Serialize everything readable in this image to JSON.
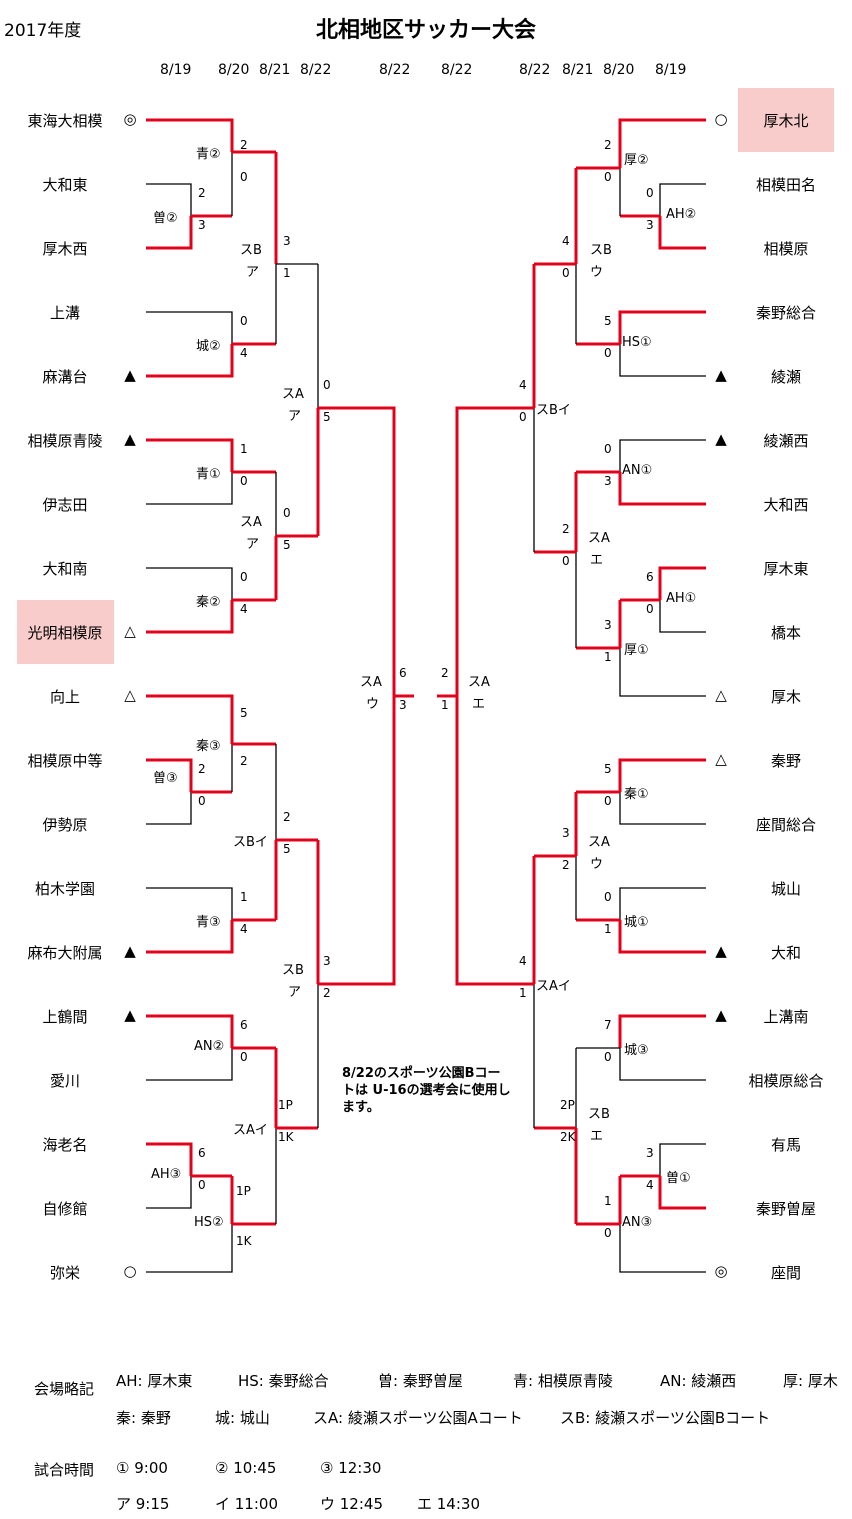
{
  "header": {
    "year": "2017年度",
    "title": "北相地区サッカー大会"
  },
  "dates": [
    "8/19",
    "8/20",
    "8/21",
    "8/22",
    "8/22",
    "8/22",
    "8/22",
    "8/21",
    "8/20",
    "8/19"
  ],
  "left_teams": [
    {
      "name": "東海大相模",
      "mark": "◎"
    },
    {
      "name": "大和東",
      "mark": ""
    },
    {
      "name": "厚木西",
      "mark": ""
    },
    {
      "name": "上溝",
      "mark": ""
    },
    {
      "name": "麻溝台",
      "mark": "▲"
    },
    {
      "name": "相模原青陵",
      "mark": "▲"
    },
    {
      "name": "伊志田",
      "mark": ""
    },
    {
      "name": "大和南",
      "mark": ""
    },
    {
      "name": "光明相模原",
      "mark": "△"
    },
    {
      "name": "向上",
      "mark": "△"
    },
    {
      "name": "相模原中等",
      "mark": ""
    },
    {
      "name": "伊勢原",
      "mark": ""
    },
    {
      "name": "柏木学園",
      "mark": ""
    },
    {
      "name": "麻布大附属",
      "mark": "▲"
    },
    {
      "name": "上鶴間",
      "mark": "▲"
    },
    {
      "name": "愛川",
      "mark": ""
    },
    {
      "name": "海老名",
      "mark": ""
    },
    {
      "name": "自修館",
      "mark": ""
    },
    {
      "name": "弥栄",
      "mark": "○"
    }
  ],
  "right_teams": [
    {
      "name": "厚木北",
      "mark": "○"
    },
    {
      "name": "相模田名",
      "mark": ""
    },
    {
      "name": "相模原",
      "mark": ""
    },
    {
      "name": "秦野総合",
      "mark": ""
    },
    {
      "name": "綾瀬",
      "mark": "▲"
    },
    {
      "name": "綾瀬西",
      "mark": "▲"
    },
    {
      "name": "大和西",
      "mark": ""
    },
    {
      "name": "厚木東",
      "mark": ""
    },
    {
      "name": "橋本",
      "mark": ""
    },
    {
      "name": "厚木",
      "mark": "△"
    },
    {
      "name": "秦野",
      "mark": "△"
    },
    {
      "name": "座間総合",
      "mark": ""
    },
    {
      "name": "城山",
      "mark": ""
    },
    {
      "name": "大和",
      "mark": "▲"
    },
    {
      "name": "上溝南",
      "mark": "▲"
    },
    {
      "name": "相模原総合",
      "mark": ""
    },
    {
      "name": "有馬",
      "mark": ""
    },
    {
      "name": "秦野曽屋",
      "mark": ""
    },
    {
      "name": "座間",
      "mark": "◎"
    }
  ],
  "venue_labels": [
    "青②",
    "曽②",
    "スB",
    "ア",
    "城②",
    "スA",
    "ア",
    "青①",
    "スA",
    "ア",
    "秦②",
    "秦③",
    "曽③",
    "スBイ",
    "青③",
    "スB",
    "ア",
    "AN②",
    "スAイ",
    "AH③",
    "HS②",
    "スA",
    "ウ",
    "厚②",
    "AH②",
    "スB",
    "ウ",
    "HS①",
    "スBイ",
    "AN①",
    "スA",
    "エ",
    "AH①",
    "厚①",
    "スA",
    "エ",
    "秦①",
    "スA",
    "ウ",
    "城①",
    "スAイ",
    "城③",
    "スB",
    "エ",
    "曽①",
    "AN③"
  ],
  "scores": [
    "2",
    "0",
    "2",
    "3",
    "3",
    "1",
    "0",
    "4",
    "0",
    "5",
    "1",
    "0",
    "0",
    "5",
    "0",
    "4",
    "5",
    "2",
    "2",
    "0",
    "2",
    "5",
    "1",
    "4",
    "6",
    "0",
    "6",
    "0",
    "1P",
    "1K",
    "1P",
    "1K",
    "3",
    "2",
    "6",
    "3",
    "2",
    "0",
    "0",
    "3",
    "4",
    "0",
    "5",
    "0",
    "4",
    "0",
    "0",
    "3",
    "2",
    "0",
    "6",
    "0",
    "3",
    "1",
    "5",
    "0",
    "3",
    "2",
    "0",
    "1",
    "4",
    "1",
    "7",
    "0",
    "2P",
    "2K",
    "3",
    "4",
    "1",
    "0",
    "2",
    "1"
  ],
  "note": "8/22のスポーツ公園Bコートは U-16の選考会に使用します。",
  "legend": {
    "venue_label": "会場略記",
    "venue_line1": [
      "AH: 厚木東",
      "HS: 秦野総合",
      "曽: 秦野曽屋",
      "青: 相模原青陵",
      "AN: 綾瀬西",
      "厚: 厚木"
    ],
    "venue_line2": [
      "秦: 秦野",
      "城: 城山",
      "スA: 綾瀬スポーツ公園Aコート",
      "スB: 綾瀬スポーツ公園Bコート"
    ],
    "time_label": "試合時間",
    "time_line1": [
      "① 9:00",
      "② 10:45",
      "③ 12:30"
    ],
    "time_line2": [
      "ア 9:15",
      "イ 11:00",
      "ウ 12:45",
      "エ 14:30"
    ]
  },
  "colors": {
    "win_line": "#e3001b",
    "line": "#000000",
    "highlight": "#f9cccc"
  }
}
